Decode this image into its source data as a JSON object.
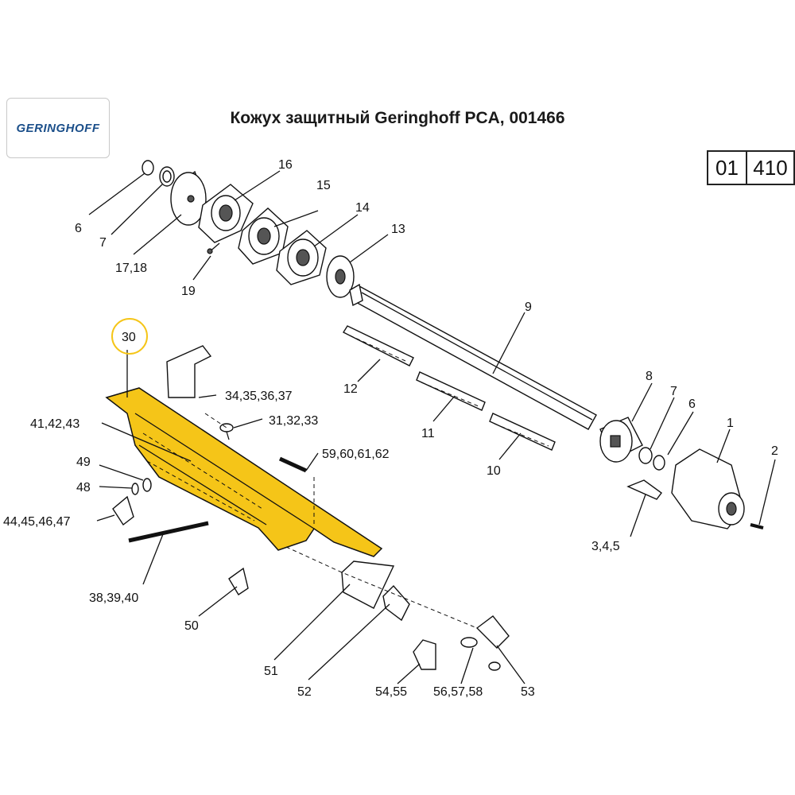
{
  "brand": {
    "logo_text": "GERINGHOFF"
  },
  "header": {
    "title": "Кожух защитный Geringhoff PCA, 001466"
  },
  "reference": {
    "group": "01",
    "page": "410"
  },
  "highlight_color": "#f5c518",
  "callouts": {
    "c6a": "6",
    "c7a": "7",
    "c17": "17,18",
    "c16": "16",
    "c15": "15",
    "c14": "14",
    "c13": "13",
    "c19": "19",
    "c30": "30",
    "c9": "9",
    "c12": "12",
    "c11": "11",
    "c10": "10",
    "c8": "8",
    "c7b": "7",
    "c6b": "6",
    "c1": "1",
    "c2": "2",
    "c345": "3,4,5",
    "c34": "34,35,36,37",
    "c31": "31,32,33",
    "c41": "41,42,43",
    "c59": "59,60,61,62",
    "c49": "49",
    "c48": "48",
    "c44": "44,45,46,47",
    "c38": "38,39,40",
    "c50": "50",
    "c51": "51",
    "c52": "52",
    "c54": "54,55",
    "c56": "56,57,58",
    "c53": "53"
  }
}
